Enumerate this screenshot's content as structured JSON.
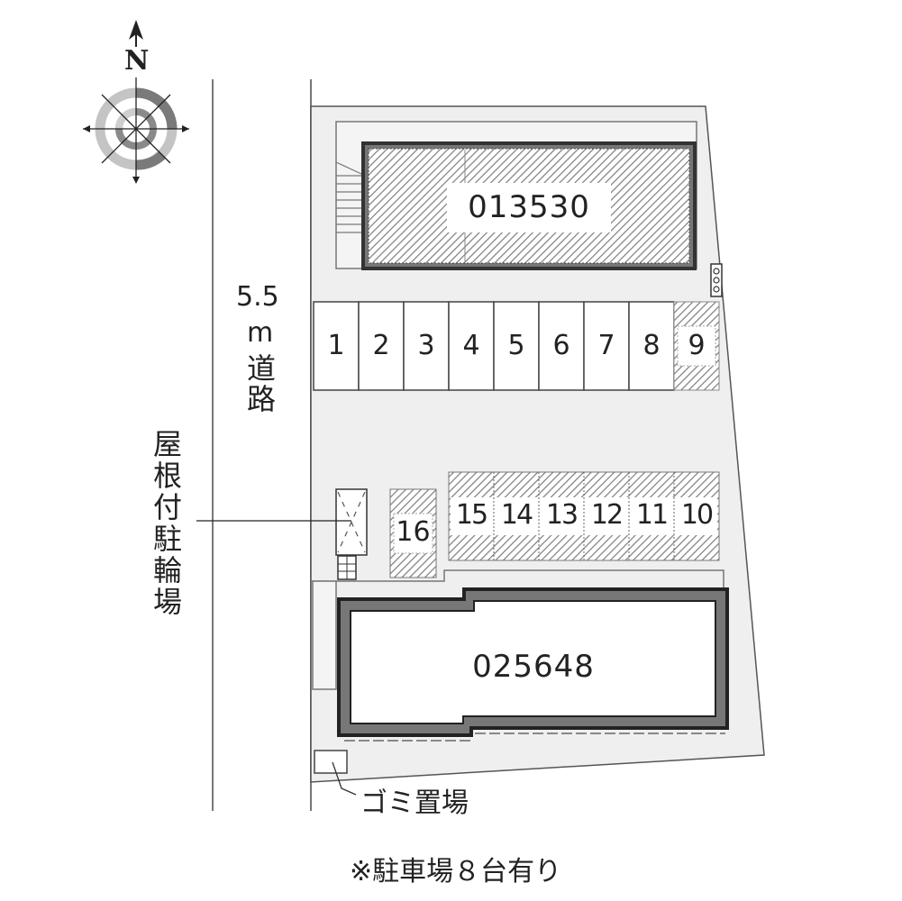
{
  "compass": {
    "label": "N",
    "icon": "compass-rose-icon"
  },
  "road": {
    "width_label": "5.5",
    "unit": "m",
    "name": "道路"
  },
  "bicycle_parking": {
    "label": "屋根付駐輪場"
  },
  "garbage": {
    "label": "ゴミ置場"
  },
  "buildings": [
    {
      "id": "013530",
      "hatched": true
    },
    {
      "id": "025648",
      "hatched": false
    }
  ],
  "parking_row_top": [
    {
      "num": "1",
      "hatched": false
    },
    {
      "num": "2",
      "hatched": false
    },
    {
      "num": "3",
      "hatched": false
    },
    {
      "num": "4",
      "hatched": false
    },
    {
      "num": "5",
      "hatched": false
    },
    {
      "num": "6",
      "hatched": false
    },
    {
      "num": "7",
      "hatched": false
    },
    {
      "num": "8",
      "hatched": false
    },
    {
      "num": "9",
      "hatched": true
    }
  ],
  "parking_row_bottom": [
    {
      "num": "16",
      "hatched": true
    },
    {
      "num": "15",
      "hatched": true
    },
    {
      "num": "14",
      "hatched": true
    },
    {
      "num": "13",
      "hatched": true
    },
    {
      "num": "12",
      "hatched": true
    },
    {
      "num": "11",
      "hatched": true
    },
    {
      "num": "10",
      "hatched": true
    }
  ],
  "footnote": "※駐車場８台有り",
  "colors": {
    "lot": "#efefef",
    "line": "#555555",
    "wall": "#777777",
    "wall_outline": "#222222",
    "hatch": "#8a8a8a"
  }
}
